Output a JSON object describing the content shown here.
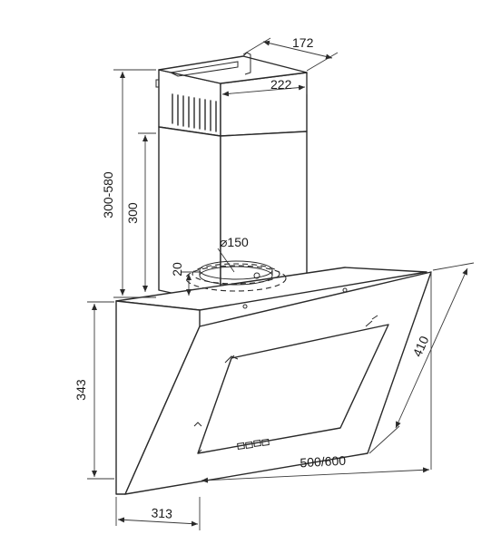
{
  "diagram": {
    "dimensions": {
      "chimney_top_depth": "172",
      "chimney_top_width": "222",
      "total_chimney_height": "300-580",
      "chimney_height": "300",
      "duct_diameter": "⌀150",
      "duct_offset": "20",
      "panel_height": "343",
      "panel_depth": "313",
      "hood_width": "500/600",
      "glass_length": "410"
    },
    "colors": {
      "line": "#2a2a2a",
      "background": "#ffffff"
    }
  }
}
